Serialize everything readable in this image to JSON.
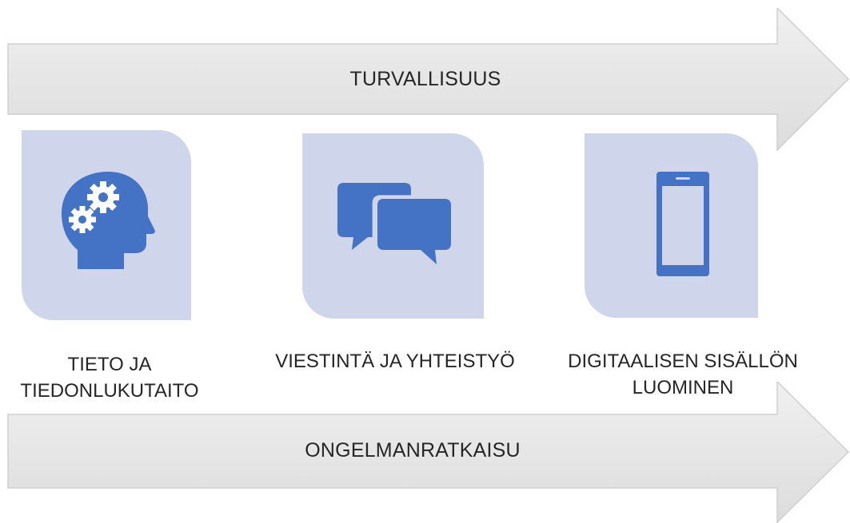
{
  "diagram": {
    "top_arrow": {
      "label": "TURVALLISUUS"
    },
    "bottom_arrow": {
      "label": "ONGELMANRATKAISU"
    },
    "competences": [
      {
        "lines": [
          "TIETO JA",
          "TIEDONLUKUTAITO"
        ],
        "icon": "head-gears-icon"
      },
      {
        "lines": [
          "VIESTINTÄ JA YHTEISTYÖ"
        ],
        "icon": "chat-bubbles-icon"
      },
      {
        "lines": [
          "DIGITAALISEN SISÄLLÖN",
          "LUOMINEN"
        ],
        "icon": "smartphone-icon"
      }
    ],
    "colors": {
      "arrow_fill": "#e6e6e6",
      "tile_fill": "#cfd5ea",
      "icon_fill": "#4472c4",
      "text": "#262626"
    }
  }
}
